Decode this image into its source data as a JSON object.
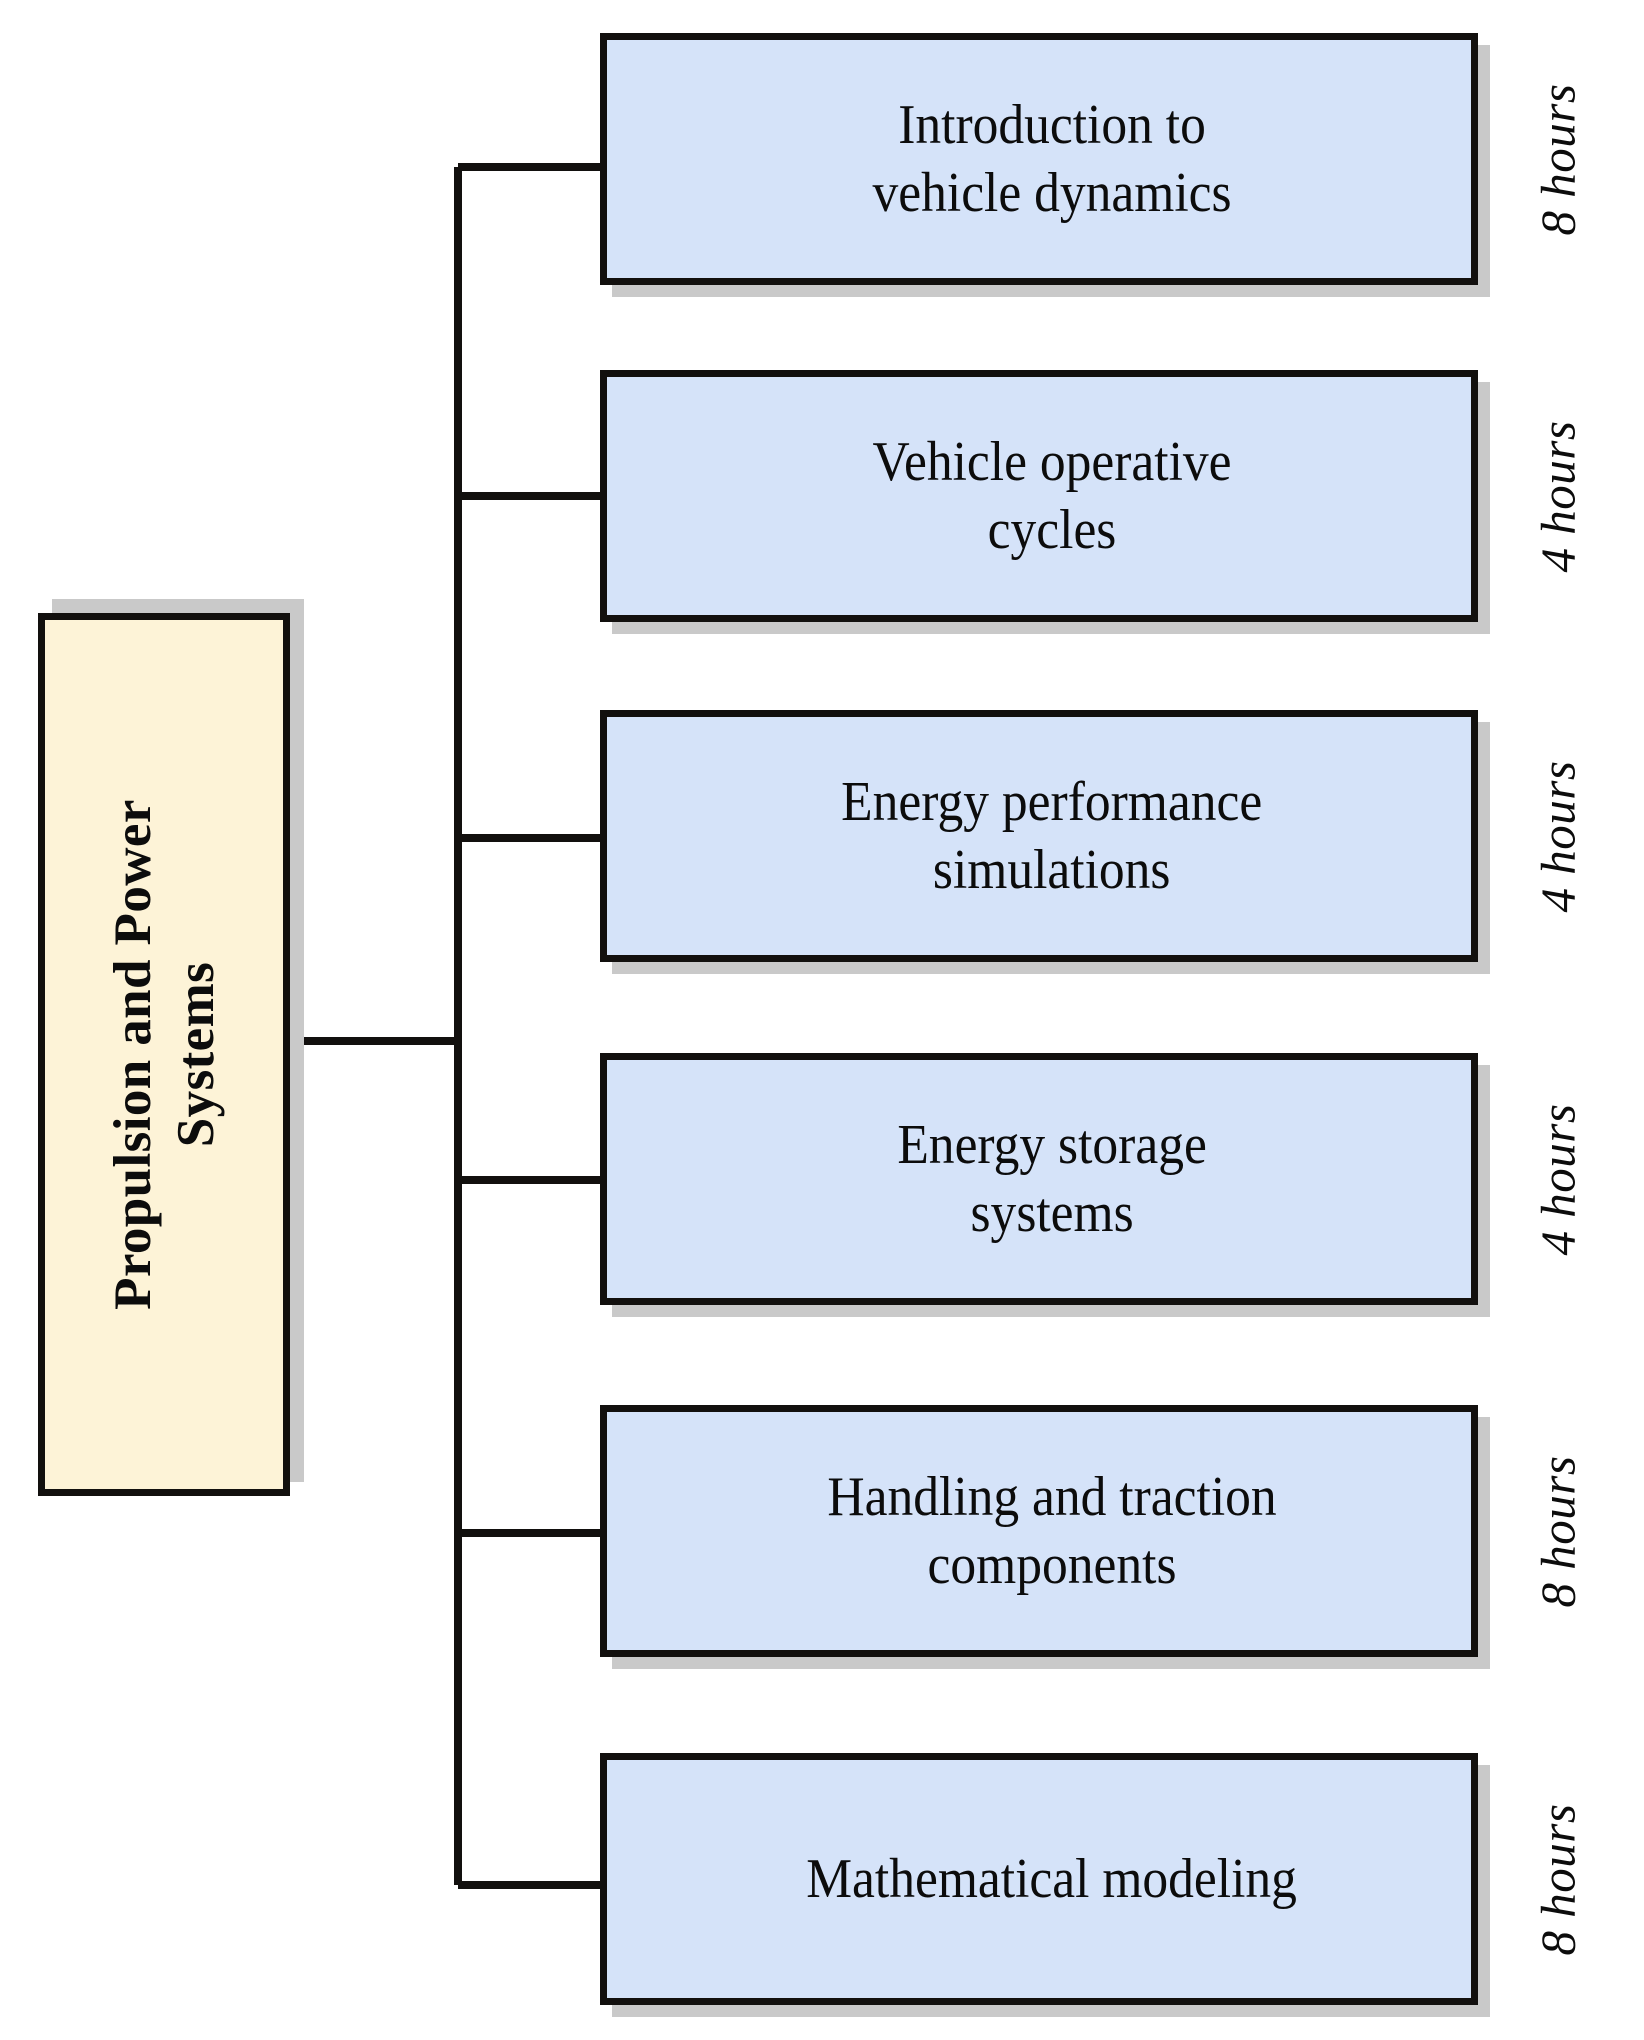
{
  "diagram": {
    "type": "tree-hierarchy",
    "title_visible": false,
    "root": {
      "label": "Propulsion and Power Systems",
      "label_lines": [
        "Propulsion and Power",
        "Systems"
      ],
      "fill_color": "#fdf3d7",
      "border_color": "#12100e",
      "shadow_color": "#c9c9c9",
      "text_orientation": "vertical-bottom-to-top"
    },
    "leaf_fill_color": "#d5e3f9",
    "leaf_border_color": "#12100e",
    "leaf_shadow_color": "#c9c9c9",
    "hours_unit": "hours",
    "nodes": [
      {
        "label": "Introduction to vehicle dynamics",
        "label_lines": [
          "Introduction to",
          "vehicle dynamics"
        ],
        "hours": "8 hours"
      },
      {
        "label": "Vehicle operative cycles",
        "label_lines": [
          "Vehicle operative",
          "cycles"
        ],
        "hours": "4 hours"
      },
      {
        "label": "Energy performance simulations",
        "label_lines": [
          "Energy performance",
          "simulations"
        ],
        "hours": "4 hours"
      },
      {
        "label": "Energy storage systems",
        "label_lines": [
          "Energy storage",
          "systems"
        ],
        "hours": "4 hours"
      },
      {
        "label": "Handling and traction components",
        "label_lines": [
          "Handling and traction",
          "components"
        ],
        "hours": "8 hours"
      },
      {
        "label": "Mathematical modeling",
        "label_lines": [
          "Mathematical modeling"
        ],
        "hours": "8 hours"
      }
    ]
  }
}
